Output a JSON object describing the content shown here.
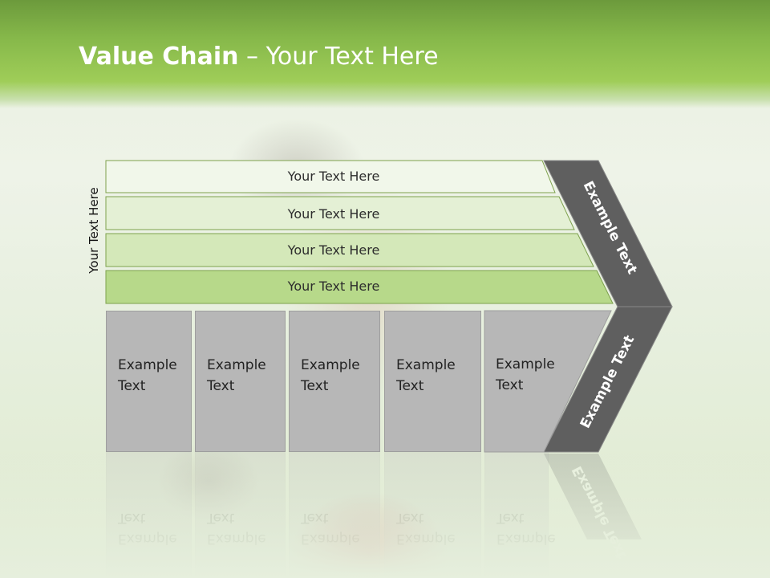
{
  "title": {
    "bold": "Value Chain",
    "rest": " – Your Text Here"
  },
  "side_label": "Your Text Here",
  "bars": [
    "Your Text Here",
    "Your Text Here",
    "Your Text Here",
    "Your Text Here"
  ],
  "columns": [
    "Example\nText",
    "Example\nText",
    "Example\nText",
    "Example\nText",
    "Example\nText"
  ],
  "arrow": {
    "top_label": "Example Text",
    "bottom_label": "Example Text"
  },
  "colors": {
    "header": "#8dbf4d",
    "bar_fills": [
      "#f1f7ea",
      "#e4f0d5",
      "#d4e8b9",
      "#b7d98a"
    ],
    "bar_stroke": "#7ea24d",
    "column_fill": "#b7b7b7",
    "arrow_fill": "#5f5f5f"
  }
}
